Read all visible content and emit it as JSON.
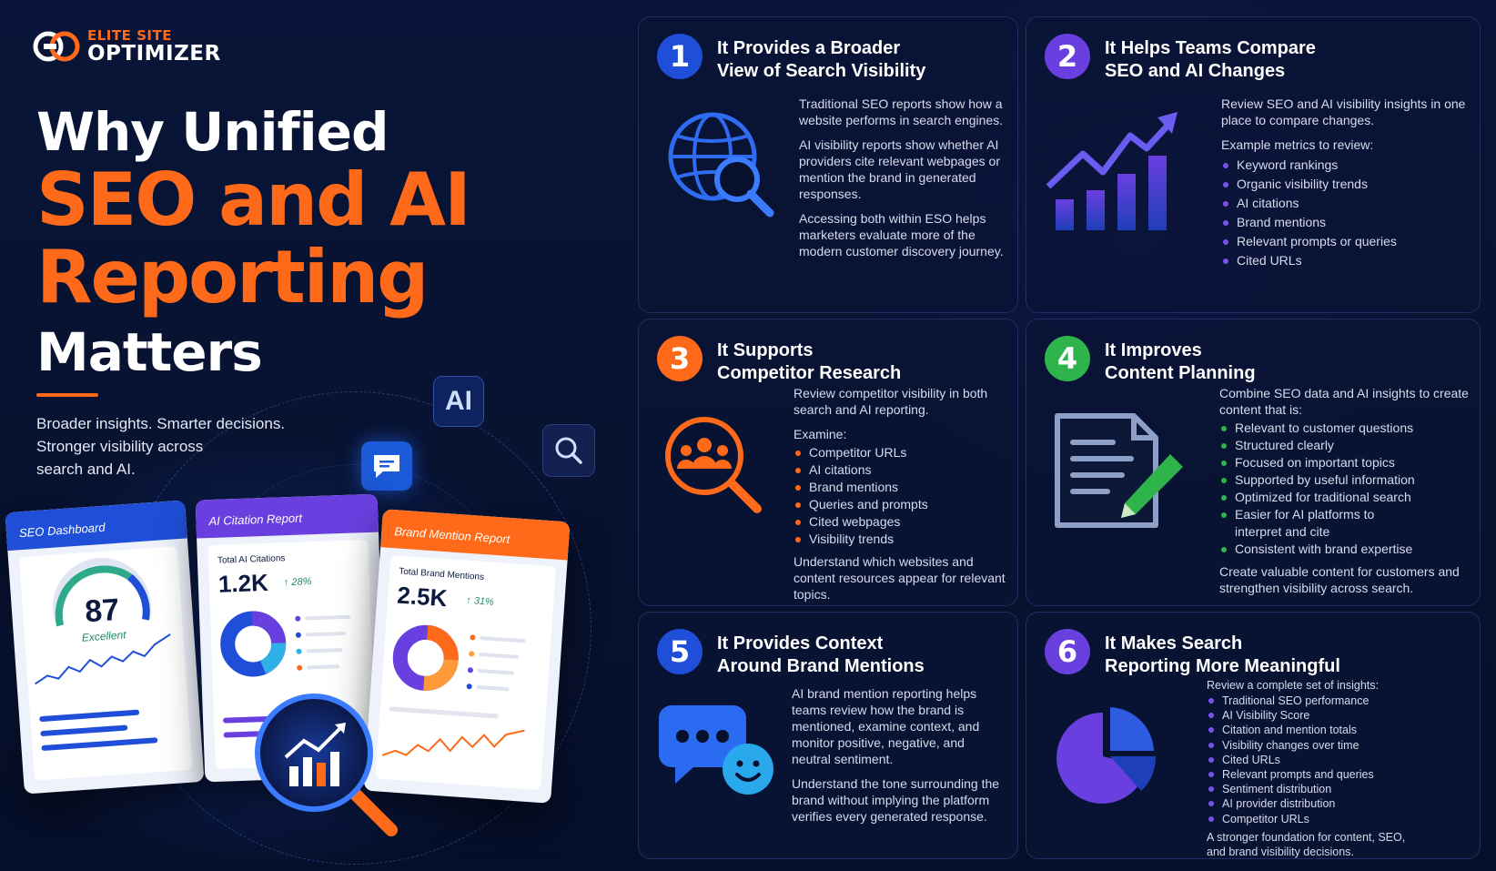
{
  "brand": {
    "line1": "ELITE SITE",
    "line2": "OPTIMIZER"
  },
  "hero": {
    "line1": "Why Unified",
    "line2": "SEO and AI",
    "line3": "Reporting",
    "line4": "Matters",
    "tagline": [
      "Broader insights. Smarter decisions.",
      "Stronger visibility across",
      "search and AI."
    ]
  },
  "floating": {
    "ai_label": "AI"
  },
  "dashboards": {
    "seo": {
      "title": "SEO Dashboard",
      "score": "87",
      "rating": "Excellent"
    },
    "citation": {
      "title": "AI Citation Report",
      "metric_label": "Total AI Citations",
      "value": "1.2K",
      "change": "↑ 28%"
    },
    "mention": {
      "title": "Brand Mention Report",
      "metric_label": "Total Brand Mentions",
      "value": "2.5K",
      "change": "↑ 31%"
    }
  },
  "colors": {
    "orange": "#ff6a1a",
    "blue": "#1f4fd8",
    "purple": "#6a3fe0",
    "green": "#2eb44b",
    "navy": "#07112e"
  },
  "sections": [
    {
      "num": "1",
      "title": [
        "It Provides a Broader",
        "View of Search Visibility"
      ],
      "icon": "globe-search-icon",
      "paras": [
        "Traditional SEO reports show how a website performs in search engines.",
        "AI visibility reports show whether AI providers cite relevant webpages or mention the brand in generated responses.",
        "Accessing both within ESO helps marketers evaluate more of the modern customer discovery journey."
      ]
    },
    {
      "num": "2",
      "title": [
        "It Helps Teams Compare",
        "SEO and AI Changes"
      ],
      "icon": "growth-chart-icon",
      "intro": "Review SEO and AI visibility insights in one place to compare changes.",
      "list_label": "Example metrics to review:",
      "items": [
        "Keyword rankings",
        "Organic visibility trends",
        "AI citations",
        "Brand mentions",
        "Relevant prompts or queries",
        "Cited URLs"
      ]
    },
    {
      "num": "3",
      "title": [
        "It Supports",
        "Competitor Research"
      ],
      "icon": "competitor-search-icon",
      "intro": "Review competitor visibility in both search and AI reporting.",
      "list_label": "Examine:",
      "items": [
        "Competitor URLs",
        "AI citations",
        "Brand mentions",
        "Queries and prompts",
        "Cited webpages",
        "Visibility trends"
      ],
      "outro": "Understand which websites and content resources appear for relevant topics."
    },
    {
      "num": "4",
      "title": [
        "It Improves",
        "Content Planning"
      ],
      "icon": "document-edit-icon",
      "intro": "Combine SEO data and AI insights to create content that is:",
      "items": [
        "Relevant to customer questions",
        "Structured clearly",
        "Focused on important topics",
        "Supported by useful information",
        "Optimized for traditional search",
        "Easier for AI platforms to",
        "Consistent with brand expertise"
      ],
      "item_cont": "interpret and cite",
      "outro": "Create valuable content for customers and strengthen visibility across search."
    },
    {
      "num": "5",
      "title": [
        "It Provides Context",
        "Around Brand Mentions"
      ],
      "icon": "chat-sentiment-icon",
      "paras": [
        "AI brand mention reporting helps teams review how the brand is mentioned, examine context, and monitor positive, negative, and neutral sentiment.",
        "Understand the tone surrounding the brand without implying the platform verifies every generated response."
      ]
    },
    {
      "num": "6",
      "title": [
        "It Makes Search",
        "Reporting More Meaningful"
      ],
      "icon": "pie-chart-icon",
      "intro": "Review a complete set of insights:",
      "items": [
        "Traditional SEO performance",
        "AI Visibility Score",
        "Citation and mention totals",
        "Visibility changes over time",
        "Cited URLs",
        "Relevant prompts and queries",
        "Sentiment distribution",
        "AI provider distribution",
        "Competitor URLs"
      ],
      "outro": "A stronger foundation for content, SEO, and brand visibility decisions."
    }
  ]
}
